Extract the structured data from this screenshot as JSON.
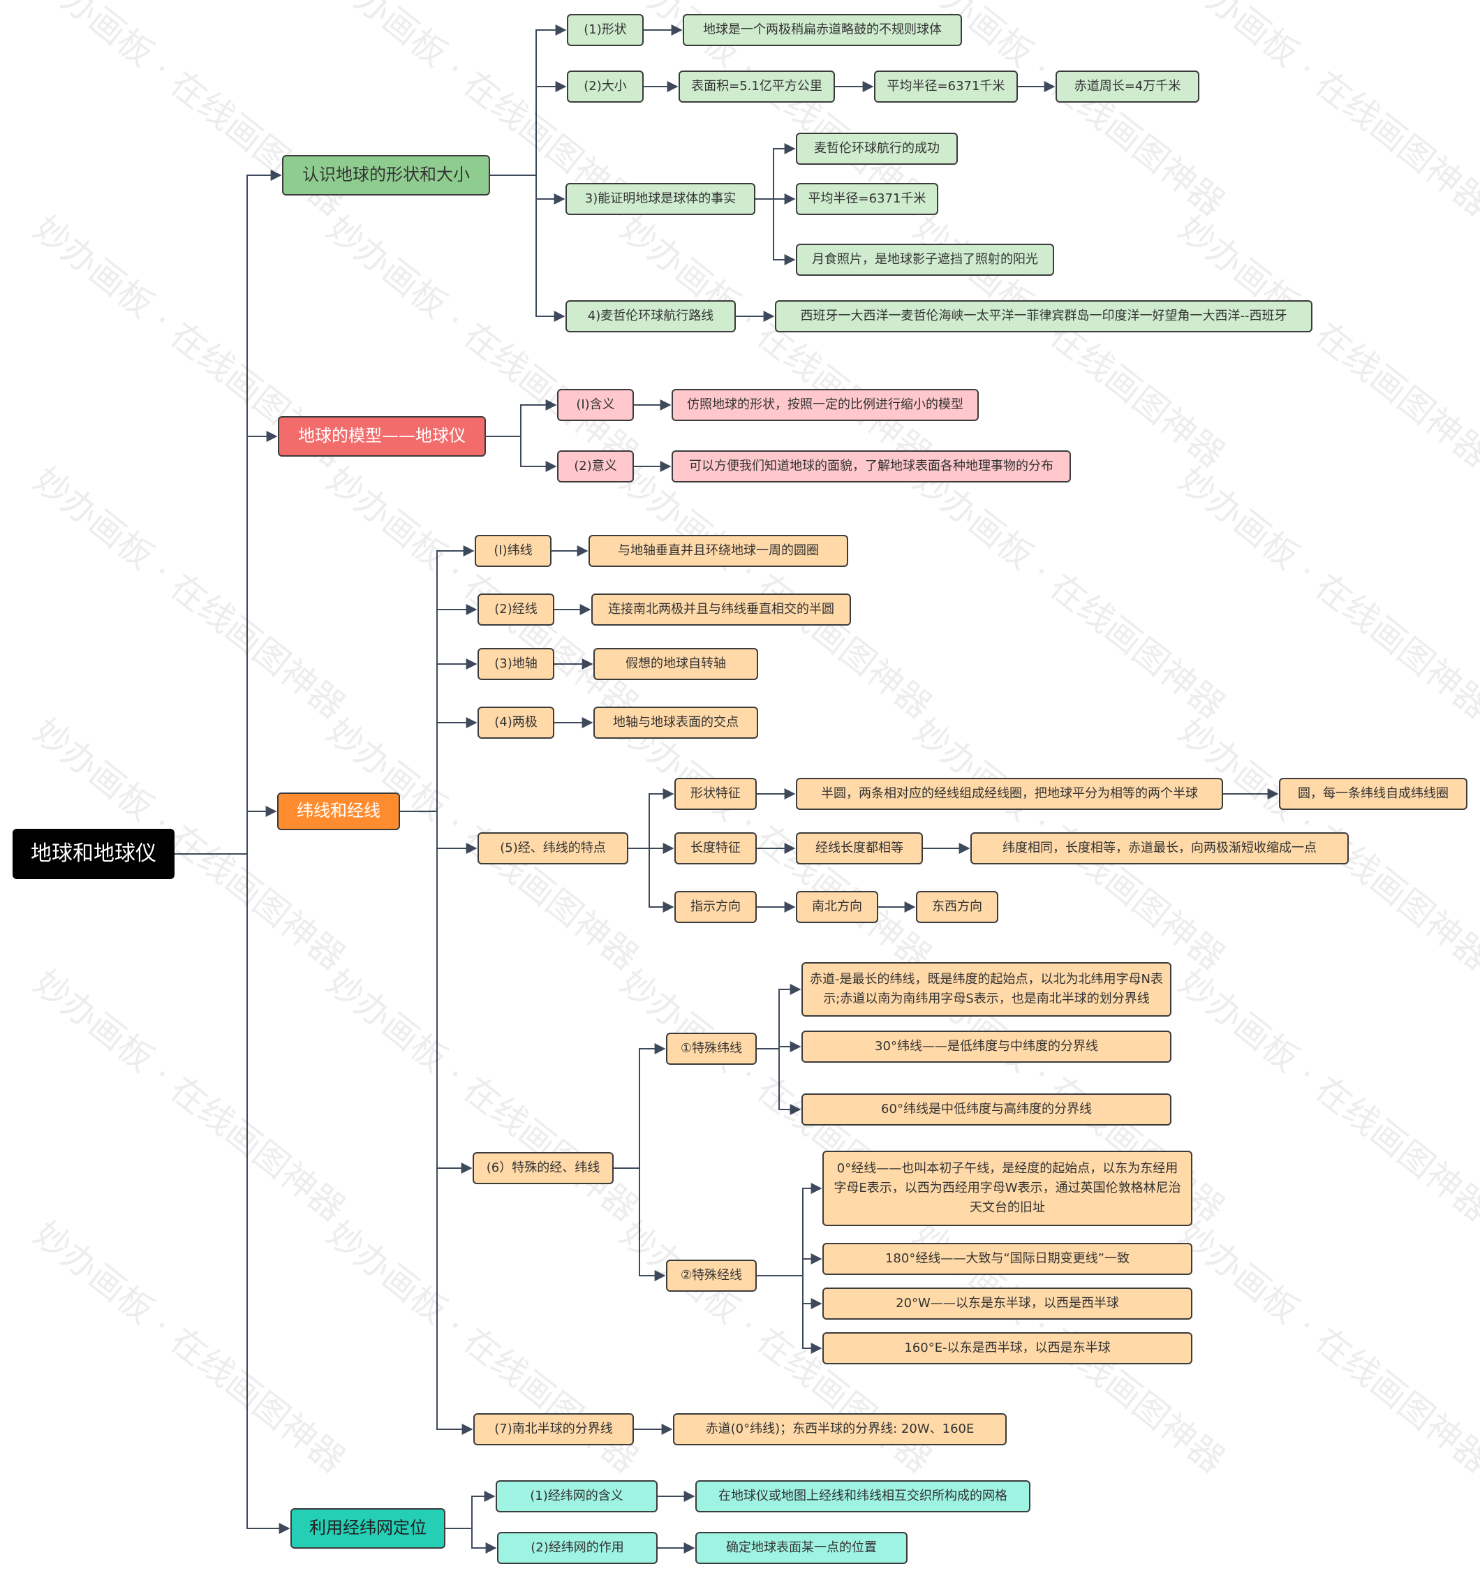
{
  "root": "地球和地球仪",
  "branch1": {
    "title": "认识地球的形状和大小",
    "shape_label": "(1)形状",
    "shape_text": "地球是一个两极稍扁赤道略鼓的不规则球体",
    "size_label": "(2)大小",
    "size_area": "表面积=5.1亿平方公里",
    "size_radius": "平均半径=6371千米",
    "size_equator": "赤道周长=4万千米",
    "proof_label": "3)能证明地球是球体的事实",
    "proof_1": "麦哲伦环球航行的成功",
    "proof_2": "平均半径=6371千米",
    "proof_3": "月食照片，是地球影子遮挡了照射的阳光",
    "route_label": "4)麦哲伦环球航行路线",
    "route_text": "西班牙一大西洋一麦哲伦海峡一太平洋一菲律宾群岛一印度洋一好望角一大西洋--西班牙"
  },
  "branch2": {
    "title": "地球的模型——地球仪",
    "meaning_label": "(I)含义",
    "meaning_text": "仿照地球的形状，按照一定的比例进行缩小的模型",
    "sig_label": "(2)意义",
    "sig_text": "可以方便我们知道地球的面貌，了解地球表面各种地理事物的分布"
  },
  "branch3": {
    "title": "纬线和经线",
    "lat_label": "(I)纬线",
    "lat_text": "与地轴垂直并且环绕地球一周的圆圈",
    "lon_label": "(2)经线",
    "lon_text": "连接南北两极并且与纬线垂直相交的半圆",
    "axis_label": "(3)地轴",
    "axis_text": "假想的地球自转轴",
    "poles_label": "(4)两极",
    "poles_text": "地轴与地球表面的交点",
    "features_label": "(5)经、纬线的特点",
    "shape_feature": "形状特征",
    "shape_lon": "半圆，两条相对应的经线组成经线圈，把地球平分为相等的两个半球",
    "shape_lat": "圆，每一条纬线自成纬线圈",
    "length_feature": "长度特征",
    "length_lon": "经线长度都相等",
    "length_lat": "纬度相同，长度相等，赤道最长，向两极渐短收缩成一点",
    "direction_feature": "指示方向",
    "direction_lon": "南北方向",
    "direction_lat": "东西方向",
    "special_label": "(6）特殊的经、纬线",
    "special_lat_label": "①特殊纬线",
    "equator_text": "赤道-是最长的纬线，既是纬度的起始点，以北为北纬用字母N表示;赤道以南为南纬用字母S表示，也是南北半球的划分界线",
    "lat30_text": "30°纬线——是低纬度与中纬度的分界线",
    "lat60_text": "60°纬线是中低纬度与高纬度的分界线",
    "special_lon_label": "②特殊经线",
    "lon0_text": "0°经线——也叫本初子午线，是经度的起始点，以东为东经用字母E表示，以西为西经用字母W表示，通过英国伦敦格林尼治天文台的旧址",
    "lon180_text": "180°经线——大致与“国际日期变更线”一致",
    "lon20w_text": "20°W——以东是东半球，以西是西半球",
    "lon160e_text": "160°E-以东是西半球，以西是东半球",
    "hemi_label": "(7)南北半球的分界线",
    "hemi_text": "赤道(0°纬线)；东西半球的分界线: 20W、160E"
  },
  "branch4": {
    "title": "利用经纬网定位",
    "grid_meaning_label": "(1)经纬网的含义",
    "grid_meaning_text": "在地球仪或地图上经线和纬线相互交织所构成的网格",
    "grid_use_label": "(2)经纬网的作用",
    "grid_use_text": "确定地球表面某一点的位置"
  },
  "watermark": [
    "妙办画板",
    "在线画图神器"
  ]
}
